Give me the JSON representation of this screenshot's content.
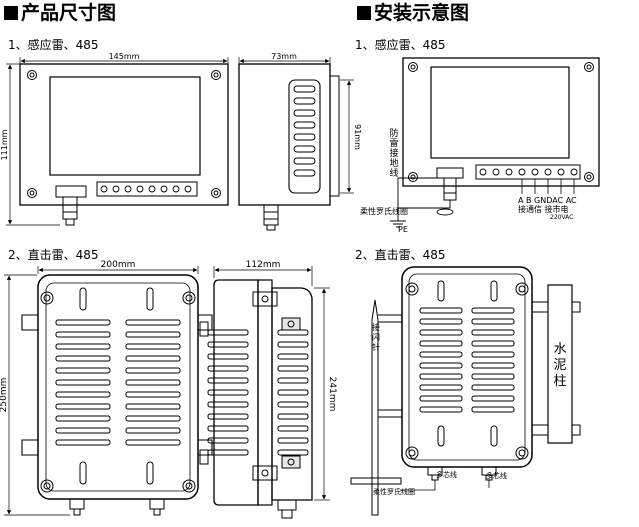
{
  "sections": {
    "dimensions": {
      "title": "产品尺寸图"
    },
    "install": {
      "title": "安装示意图"
    }
  },
  "models": {
    "induction": "1、感应雷、485",
    "direct": "2、直击雷、485"
  },
  "dims": {
    "w145": "145mm",
    "d73": "73mm",
    "h111": "111mm",
    "h91": "91mm",
    "w200": "200mm",
    "d112": "112mm",
    "h250": "250mm",
    "h241": "241mm"
  },
  "labels": {
    "lightning_ground": [
      "防",
      "雷",
      "接",
      "地",
      "线"
    ],
    "flex_cable": "柔性罗氏线圈",
    "pe": "PE",
    "terminal_codes": "A  B GNDAC AC",
    "terminal_names": "接通信  接市电",
    "mains_voltage": "220VAC",
    "lightning_rod": [
      "接",
      "闪",
      "针"
    ],
    "concrete_pole": [
      "水",
      "泥",
      "柱"
    ],
    "multi_core_1": "多芯线",
    "multi_core_2": "多芯线"
  },
  "colors": {
    "line": "#000000",
    "fill": "#ffffff",
    "shade": "#e6e6e6"
  }
}
